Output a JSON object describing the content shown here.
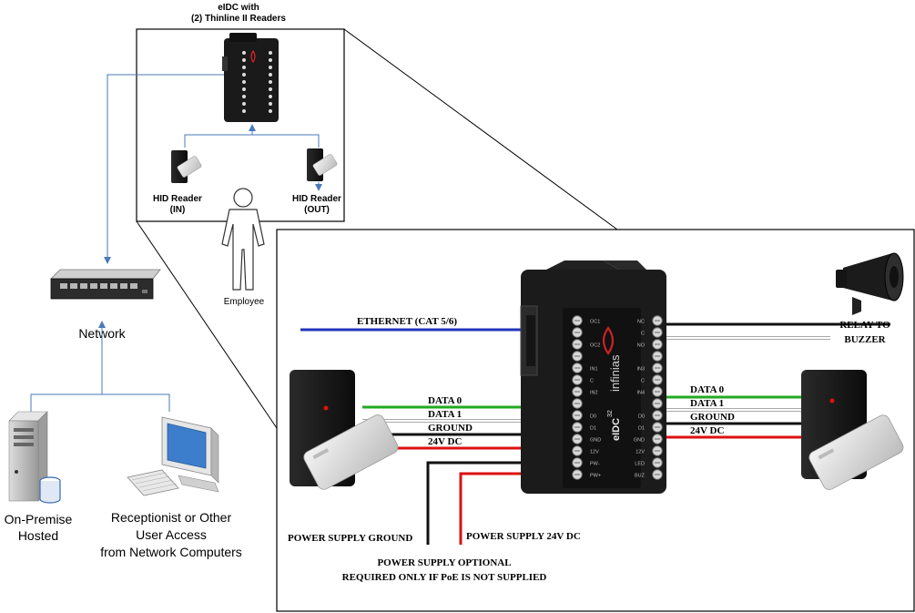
{
  "top_title": {
    "line1": "eIDC with",
    "line2": "(2) Thinline II Readers"
  },
  "inset": {
    "reader_in": {
      "line1": "HID Reader",
      "line2": "(IN)"
    },
    "reader_out": {
      "line1": "HID Reader",
      "line2": "(OUT)"
    },
    "employee_label": "Employee"
  },
  "network": {
    "label": "Network",
    "server": {
      "line1": "On-Premise",
      "line2": "Hosted"
    },
    "workstation": {
      "line1": "Receptionist or Other",
      "line2": "User Access",
      "line3": "from Network Computers"
    }
  },
  "detail": {
    "ethernet_label": "ETHERNET (CAT 5/6)",
    "relay": {
      "line1": "RELAY TO",
      "line2": "BUZZER"
    },
    "left_wires": [
      "DATA 0",
      "DATA 1",
      "GROUND",
      "24V DC"
    ],
    "right_wires": [
      "DATA 0",
      "DATA 1",
      "GROUND",
      "24V DC"
    ],
    "power_ground": "POWER SUPPLY GROUND",
    "power_24v": "POWER SUPPLY 24V DC",
    "optional_note": {
      "line1": "POWER SUPPLY OPTIONAL",
      "line2": "REQUIRED ONLY IF PoE IS NOT SUPPLIED"
    },
    "device": {
      "brand": "infinias",
      "model": "eIDC",
      "model_sup": "32",
      "left_terminals": [
        "OC1",
        "",
        "OC2",
        "",
        "IN1",
        "C",
        "IN2",
        "",
        "D0",
        "D1",
        "GND",
        "12V",
        "PW-",
        "PW+"
      ],
      "right_terminals": [
        "NC",
        "C",
        "NO",
        "",
        "IN3",
        "C",
        "IN4",
        "",
        "D0",
        "D1",
        "GND",
        "12V",
        "LED",
        "BUZ"
      ]
    }
  },
  "colors": {
    "ethernet": "#2233bb",
    "data0": "#22aa22",
    "data1": "#ffffff",
    "ground": "#111111",
    "power": "#dd1111",
    "arrow": "#4a7ab8"
  }
}
